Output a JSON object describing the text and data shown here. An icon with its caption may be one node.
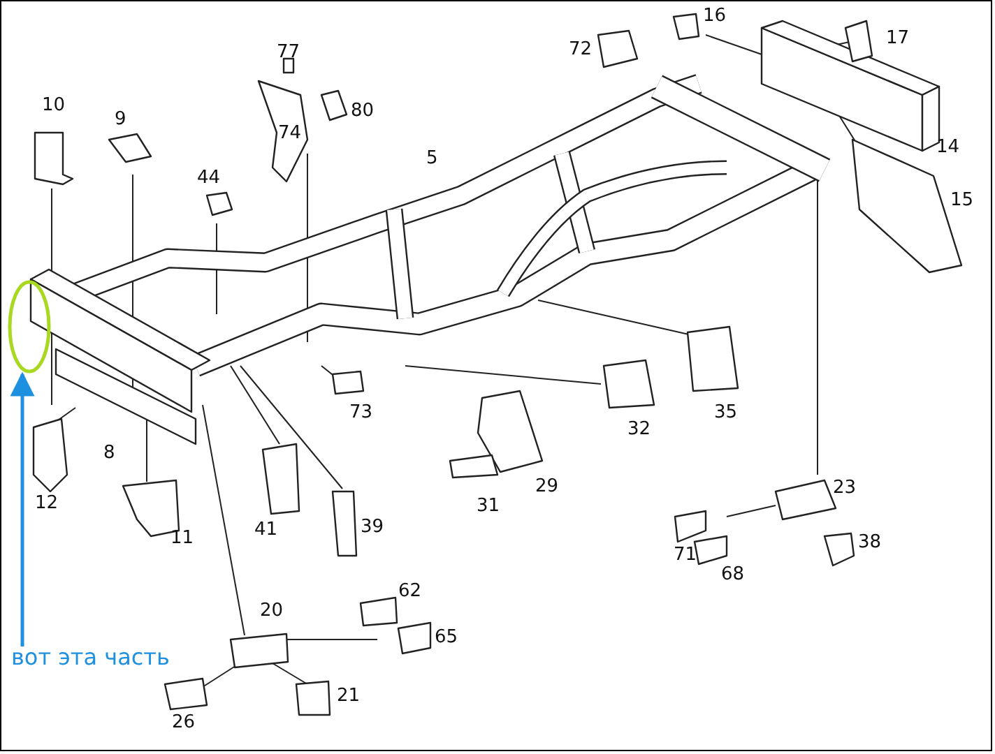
{
  "diagram": {
    "nodes": [
      {
        "text": [
          "вот эта часть"
        ]
      },
      {
        "text": [],
        "shape": "circle"
      }
    ],
    "edges": [
      {
        "from": 0,
        "to": 1,
        "arrow": "to",
        "color": "#1e90e0"
      }
    ],
    "labels": [
      "16",
      "17",
      "72",
      "77",
      "10",
      "80",
      "9",
      "74",
      "14",
      "5",
      "44",
      "15",
      "73",
      "35",
      "32",
      "8",
      "29",
      "23",
      "12",
      "31",
      "39",
      "41",
      "11",
      "38",
      "71",
      "68",
      "62",
      "20",
      "65",
      "21",
      "26"
    ]
  }
}
